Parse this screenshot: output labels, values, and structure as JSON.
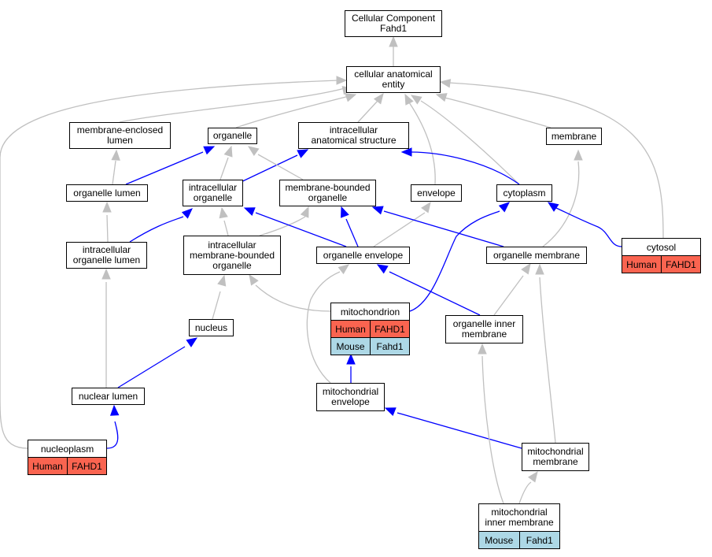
{
  "colors": {
    "edge_gray": "#c0c0c0",
    "edge_blue": "#0000ff",
    "human_fill": "#fa6450",
    "mouse_fill": "#add8e6"
  },
  "nodes": {
    "cc_root": "Cellular Component\nFahd1",
    "cae": "cellular anatomical\nentity",
    "mel": "membrane-enclosed\nlumen",
    "organelle": "organelle",
    "ias": "intracellular\nanatomical structure",
    "membrane": "membrane",
    "organelle_lumen": "organelle lumen",
    "intra_organelle": "intracellular\norganelle",
    "mbo": "membrane-bounded\norganelle",
    "envelope": "envelope",
    "cytoplasm": "cytoplasm",
    "iol": "intracellular\norganelle lumen",
    "imbo": "intracellular\nmembrane-bounded\norganelle",
    "org_envelope": "organelle envelope",
    "org_membrane": "organelle membrane",
    "oim": "organelle inner\nmembrane",
    "nucleus": "nucleus",
    "nuclear_lumen": "nuclear lumen",
    "mito_envelope": "mitochondrial\nenvelope",
    "mito_membrane": "mitochondrial\nmembrane"
  },
  "gene_nodes": {
    "cytosol": {
      "title": "cytosol",
      "rows": [
        [
          "Human",
          "FAHD1"
        ]
      ]
    },
    "mitochondrion": {
      "title": "mitochondrion",
      "rows": [
        [
          "Human",
          "FAHD1"
        ],
        [
          "Mouse",
          "Fahd1"
        ]
      ]
    },
    "nucleoplasm": {
      "title": "nucleoplasm",
      "rows": [
        [
          "Human",
          "FAHD1"
        ]
      ]
    },
    "mim": {
      "title": "mitochondrial\ninner membrane",
      "rows": [
        [
          "Mouse",
          "Fahd1"
        ]
      ]
    }
  }
}
